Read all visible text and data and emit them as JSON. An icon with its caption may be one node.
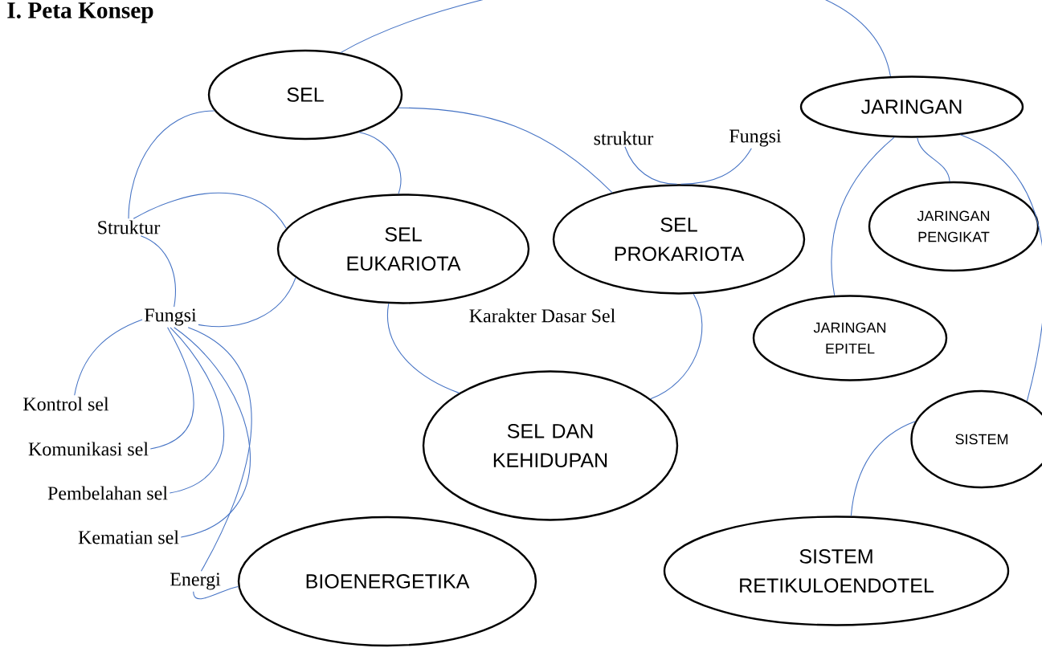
{
  "diagram": {
    "title": "I. Peta Konsep",
    "nodes": [
      {
        "text": [
          "SEL"
        ]
      },
      {
        "text": [
          "SEL EUKARIOTA"
        ]
      },
      {
        "text": [
          "SEL PROKARIOTA"
        ]
      },
      {
        "text": [
          "JARINGAN"
        ]
      },
      {
        "text": [
          "JARINGAN PENGIKAT"
        ]
      },
      {
        "text": [
          "JARINGAN EPITEL"
        ]
      },
      {
        "text": [
          "SEL DAN KEHIDUPAN"
        ]
      },
      {
        "text": [
          "SISTEM"
        ]
      },
      {
        "text": [
          "SISTEM RETIKULOENDOTEL"
        ]
      },
      {
        "text": [
          "BIOENERGETIKA"
        ]
      },
      {
        "text": [
          "Struktur"
        ]
      },
      {
        "text": [
          "Fungsi"
        ]
      },
      {
        "text": [
          "Kontrol sel"
        ]
      },
      {
        "text": [
          "Komunikasi sel"
        ]
      },
      {
        "text": [
          "Pembelahan sel"
        ]
      },
      {
        "text": [
          "Kematian sel"
        ]
      },
      {
        "text": [
          "Energi"
        ]
      },
      {
        "text": [
          "struktur"
        ]
      },
      {
        "text": [
          "Fungsi"
        ]
      }
    ],
    "edges": [
      {
        "from": 0,
        "to": 3,
        "arrow": "none"
      },
      {
        "from": 0,
        "to": 10,
        "arrow": "none"
      },
      {
        "from": 0,
        "to": 1,
        "arrow": "none"
      },
      {
        "from": 0,
        "to": 2,
        "arrow": "none"
      },
      {
        "from": 10,
        "to": 1,
        "arrow": "none"
      },
      {
        "from": 10,
        "to": 11,
        "arrow": "none"
      },
      {
        "from": 11,
        "to": 1,
        "arrow": "none"
      },
      {
        "from": 11,
        "to": 12,
        "arrow": "none"
      },
      {
        "from": 11,
        "to": 13,
        "arrow": "none"
      },
      {
        "from": 11,
        "to": 14,
        "arrow": "none"
      },
      {
        "from": 11,
        "to": 15,
        "arrow": "none"
      },
      {
        "from": 11,
        "to": 16,
        "arrow": "none"
      },
      {
        "from": 16,
        "to": 9,
        "arrow": "none"
      },
      {
        "from": 1,
        "to": 6,
        "arrow": "none"
      },
      {
        "from": 2,
        "to": 6,
        "arrow": "none"
      },
      {
        "from": 17,
        "to": 2,
        "arrow": "none"
      },
      {
        "from": 18,
        "to": 2,
        "arrow": "none"
      },
      {
        "from": 3,
        "to": 4,
        "arrow": "none"
      },
      {
        "from": 3,
        "to": 5,
        "arrow": "none"
      },
      {
        "from": 3,
        "to": 7,
        "arrow": "none"
      },
      {
        "from": 7,
        "to": 8,
        "arrow": "none"
      }
    ],
    "labels": [
      "Karakter Dasar Sel"
    ]
  }
}
